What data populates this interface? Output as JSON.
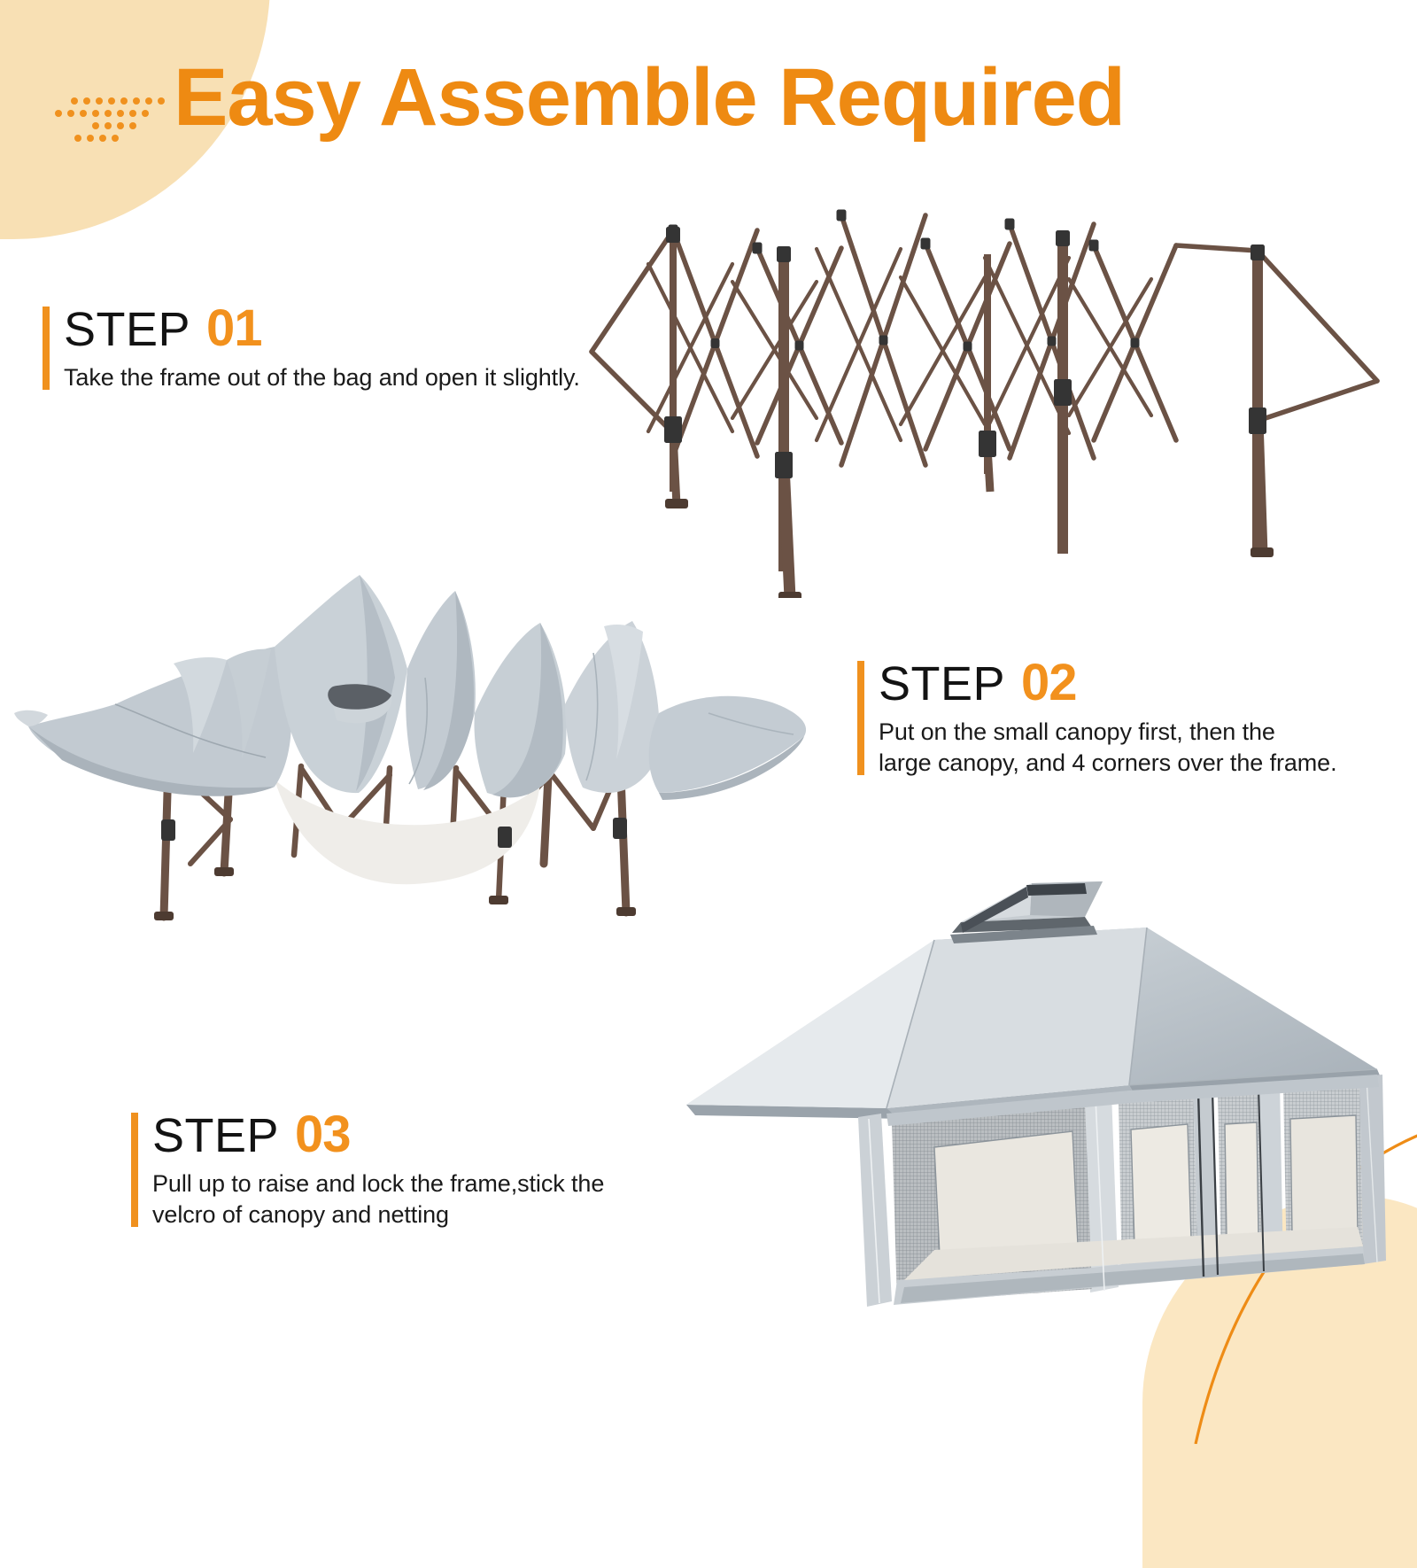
{
  "header": {
    "title": "Easy Assemble Required",
    "accent_color": "#EE8A12",
    "dot_motif_color": "#F0911E",
    "blob_color": "#F8E0B4"
  },
  "steps": [
    {
      "id": "step-1",
      "label": "STEP",
      "number": "01",
      "description": "Take the frame out of the bag and open it slightly.",
      "image_name": "canopy-frame-unfolded"
    },
    {
      "id": "step-2",
      "label": "STEP",
      "number": "02",
      "description": "Put on the small canopy first, then the\nlarge canopy, and 4 corners over the frame.",
      "image_name": "canopy-fabric-draped-on-frame"
    },
    {
      "id": "step-3",
      "label": "STEP",
      "number": "03",
      "description": "Pull up to raise and lock the frame,stick the\nvelcro of canopy and netting",
      "image_name": "assembled-gazebo-with-netting"
    }
  ],
  "palette": {
    "orange": "#F0911E",
    "orange_dark": "#EE8A12",
    "peach": "#F8E0B4",
    "peach_light": "#FBE7C2",
    "frame_brown": "#6B5245",
    "joint_dark": "#343434",
    "canopy_gray": "#B9C2C9",
    "canopy_light": "#D6DCE1",
    "mesh_gray": "#8C949B",
    "text_black": "#131313"
  }
}
